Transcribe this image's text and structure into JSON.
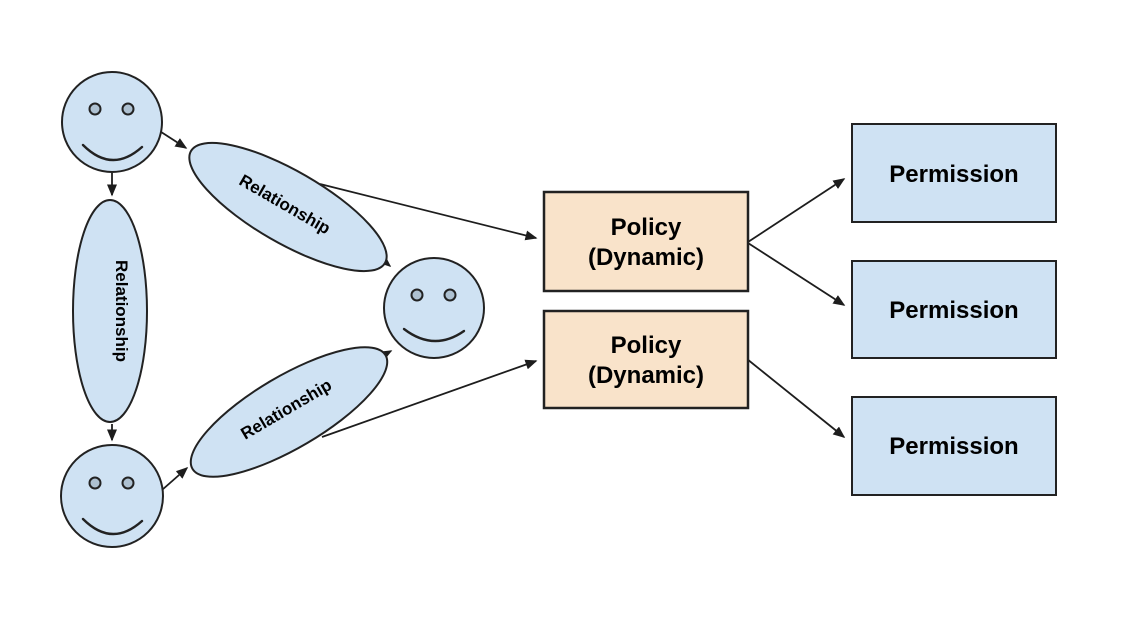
{
  "diagram": {
    "nodes": {
      "relationship_left": {
        "label": "Relationship"
      },
      "relationship_top": {
        "label": "Relationship"
      },
      "relationship_bottom": {
        "label": "Relationship"
      },
      "policy_1": {
        "line1": "Policy",
        "line2": "(Dynamic)"
      },
      "policy_2": {
        "line1": "Policy",
        "line2": "(Dynamic)"
      },
      "permission_1": {
        "label": "Permission"
      },
      "permission_2": {
        "label": "Permission"
      },
      "permission_3": {
        "label": "Permission"
      }
    }
  },
  "colors": {
    "background": "#ffffff",
    "entity_fill": "#cfe2f3",
    "policy_fill": "#f9e3ca",
    "eye_fill": "#aec1d1",
    "stroke": "#222222",
    "arrow": "#1d1d1d",
    "text": "#000000"
  }
}
